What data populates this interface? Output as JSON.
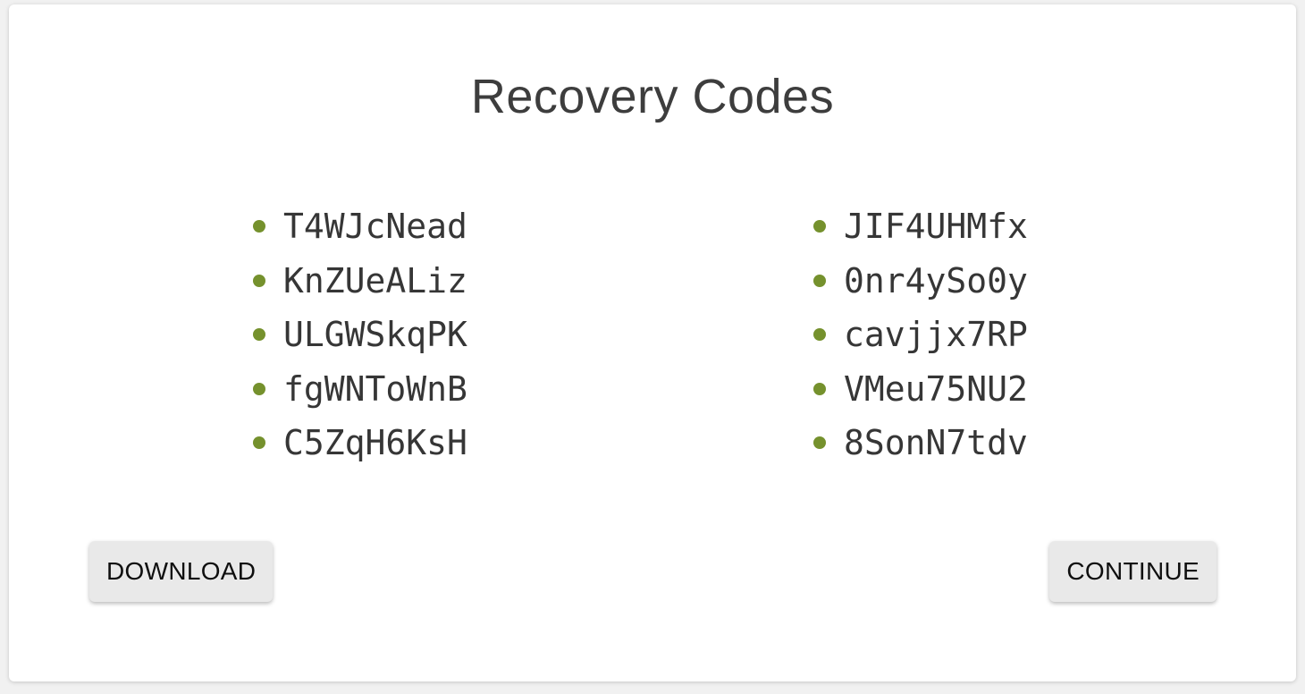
{
  "page": {
    "title": "Recovery Codes"
  },
  "codes": {
    "column1": [
      "T4WJcNead",
      "KnZUeALiz",
      "ULGWSkqPK",
      "fgWNToWnB",
      "C5ZqH6KsH"
    ],
    "column2": [
      "JIF4UHMfx",
      "0nr4ySo0y",
      "cavjjx7RP",
      "VMeu75NU2",
      "8SonN7tdv"
    ]
  },
  "buttons": {
    "download": "DOWNLOAD",
    "continue": "CONTINUE"
  },
  "colors": {
    "page_background": "#f1f1f1",
    "card_background": "#ffffff",
    "bullet": "#75912d",
    "title_text": "#3d3d3d",
    "code_text": "#363636",
    "button_background": "#e9e9e9",
    "button_text": "#0f0f0f"
  }
}
